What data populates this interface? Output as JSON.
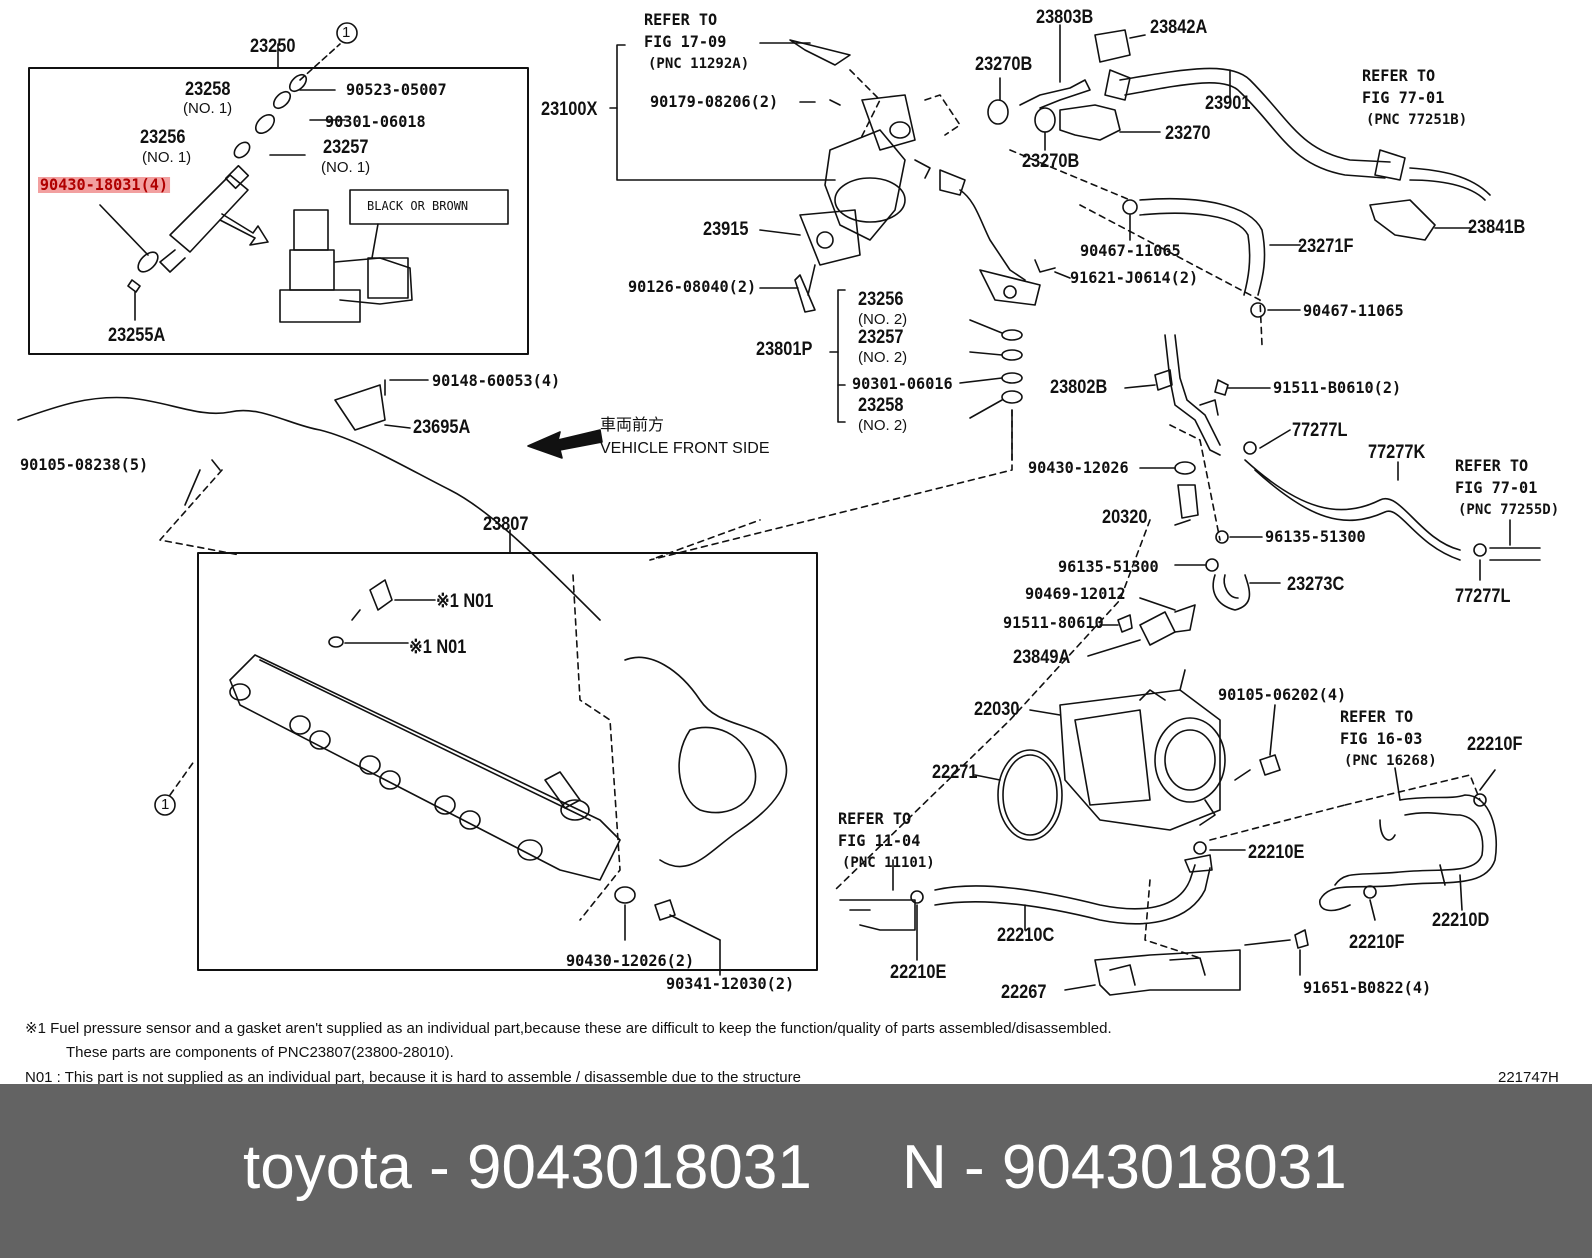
{
  "labels": {
    "p23250": "23250",
    "c1_top": "1",
    "p23258_no1": "23258",
    "no1_a": "(NO. 1)",
    "p90523": "90523-05007",
    "p90301_a": "90301-06018",
    "p23256_no1": "23256",
    "no1_b": "(NO. 1)",
    "p23257_no1": "23257",
    "no1_c": "(NO. 1)",
    "p90430_18031": "90430-18031(4)",
    "black_or_brown": "BLACK OR BROWN",
    "p23255A": "23255A",
    "refer_fig17": "REFER TO",
    "fig17": "FIG 17-09",
    "pnc11292": "(PNC 11292A)",
    "p23100X": "23100X",
    "p90179": "90179-08206(2)",
    "p23915": "23915",
    "p90126": "90126-08040(2)",
    "p23803B": "23803B",
    "p23842A": "23842A",
    "p23270B_a": "23270B",
    "p23901": "23901",
    "p23270": "23270",
    "p23270B_b": "23270B",
    "refer_fig77a": "REFER TO",
    "fig77a": "FIG 77-01",
    "pnc77251": "(PNC 77251B)",
    "p23841B": "23841B",
    "p90467_a": "90467-11065",
    "p23271F": "23271F",
    "p91621": "91621-J0614(2)",
    "p90467_b": "90467-11065",
    "p23256_no2": "23256",
    "no2_a": "(NO. 2)",
    "p23801P": "23801P",
    "p23257_no2": "23257",
    "no2_b": "(NO. 2)",
    "p90301_b": "90301-06016",
    "p23258_no2": "23258",
    "no2_c": "(NO. 2)",
    "p90148": "90148-60053(4)",
    "p23695A": "23695A",
    "jp_front": "車両前方",
    "vehicle_front": "VEHICLE FRONT SIDE",
    "p90105_a": "90105-08238(5)",
    "p23802B": "23802B",
    "p91511_a": "91511-B0610(2)",
    "p77277L_a": "77277L",
    "p77277K": "77277K",
    "refer_fig77b": "REFER TO",
    "fig77b": "FIG 77-01",
    "pnc77255": "(PNC 77255D)",
    "p90430_12026_a": "90430-12026",
    "p20320": "20320",
    "p96135_a": "96135-51300",
    "p96135_b": "96135-51300",
    "p23273C": "23273C",
    "p77277L_b": "77277L",
    "p90469": "90469-12012",
    "p91511_b": "91511-80610",
    "p23849A": "23849A",
    "p23807": "23807",
    "n01_a": "※1  N01",
    "n01_b": "※1  N01",
    "c1_left": "1",
    "p22030": "22030",
    "p90105_b": "90105-06202(4)",
    "refer_fig16": "REFER TO",
    "fig16": "FIG 16-03",
    "pnc16268": "(PNC 16268)",
    "p22210F_a": "22210F",
    "p22271": "22271",
    "refer_fig11": "REFER TO",
    "fig11": "FIG 11-04",
    "pnc11101": "(PNC 11101)",
    "p22210E_a": "22210E",
    "p22210C": "22210C",
    "p22210E_b": "22210E",
    "p22267": "22267",
    "p91651": "91651-B0822(4)",
    "p22210F_b": "22210F",
    "p22210D": "22210D",
    "p90430_12026_b": "90430-12026(2)",
    "p90341": "90341-12030(2)"
  },
  "notes": {
    "note1": "※1  Fuel pressure sensor and a gasket aren't supplied as an individual part,because these are difficult to keep the function/quality of parts assembled/disassembled.",
    "note2": "These parts are components of PNC23807(23800-28010).",
    "note3": "N01 : This part is not supplied as an individual part, because it is hard to assemble / disassemble due to the structure",
    "diagram_id": "221747H"
  },
  "banner": {
    "left": "toyota - 9043018031",
    "right": "N - 9043018031"
  },
  "colors": {
    "highlight": "#f2a0a0",
    "banner": "#636363"
  }
}
